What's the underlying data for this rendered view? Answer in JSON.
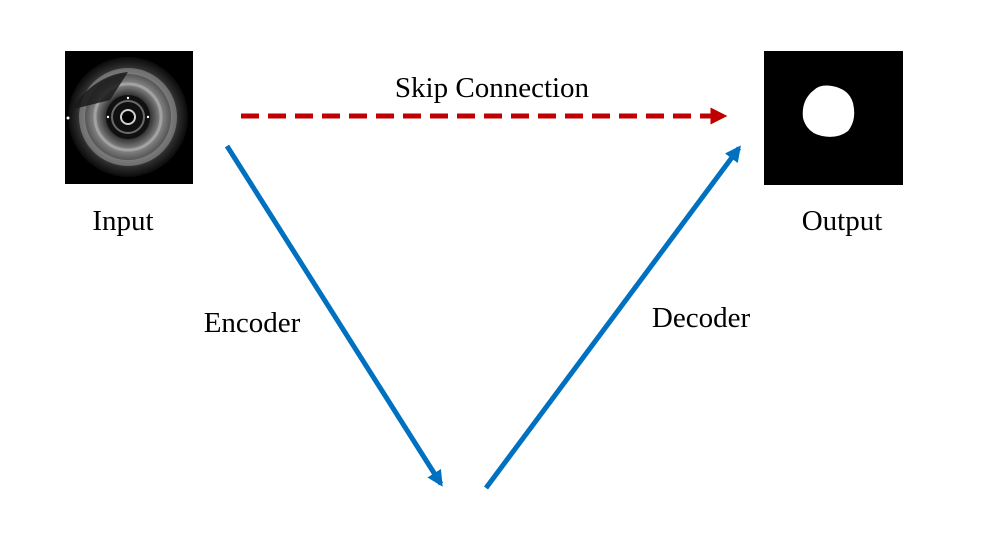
{
  "input_label": "Input",
  "output_label": "Output",
  "skip_label": "Skip Connection",
  "encoder_label": "Encoder",
  "decoder_label": "Decoder",
  "colors": {
    "encoder_decoder_arrow": "#0070C0",
    "skip_arrow": "#C00000",
    "image_background": "#000000",
    "mask_foreground": "#ffffff"
  },
  "icons": {
    "input_image": "ivus-ultrasound-image",
    "output_image": "segmentation-mask-image"
  }
}
